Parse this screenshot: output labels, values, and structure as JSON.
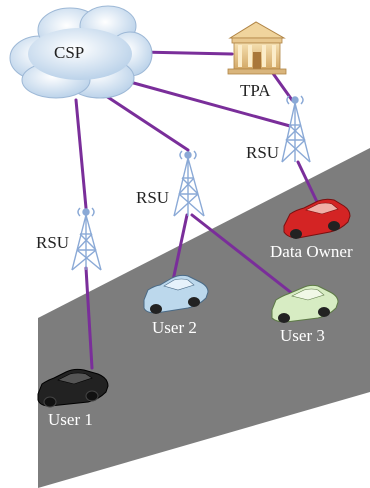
{
  "nodes": {
    "csp": "CSP",
    "tpa": "TPA",
    "rsu_left": "RSU",
    "rsu_middle": "RSU",
    "rsu_right": "RSU",
    "data_owner": "Data Owner",
    "user1": "User 1",
    "user2": "User 2",
    "user3": "User 3"
  },
  "colors": {
    "link": "#7a2e9a",
    "road": "#7d7d7d",
    "cloud": "#d6e6f5",
    "tower": "#8aa9d6",
    "tpa_building": "#e8c88f",
    "car_user1": "#222222",
    "car_user2": "#bcd8ec",
    "car_user3": "#d7ecc3",
    "car_data_owner": "#d42424"
  }
}
